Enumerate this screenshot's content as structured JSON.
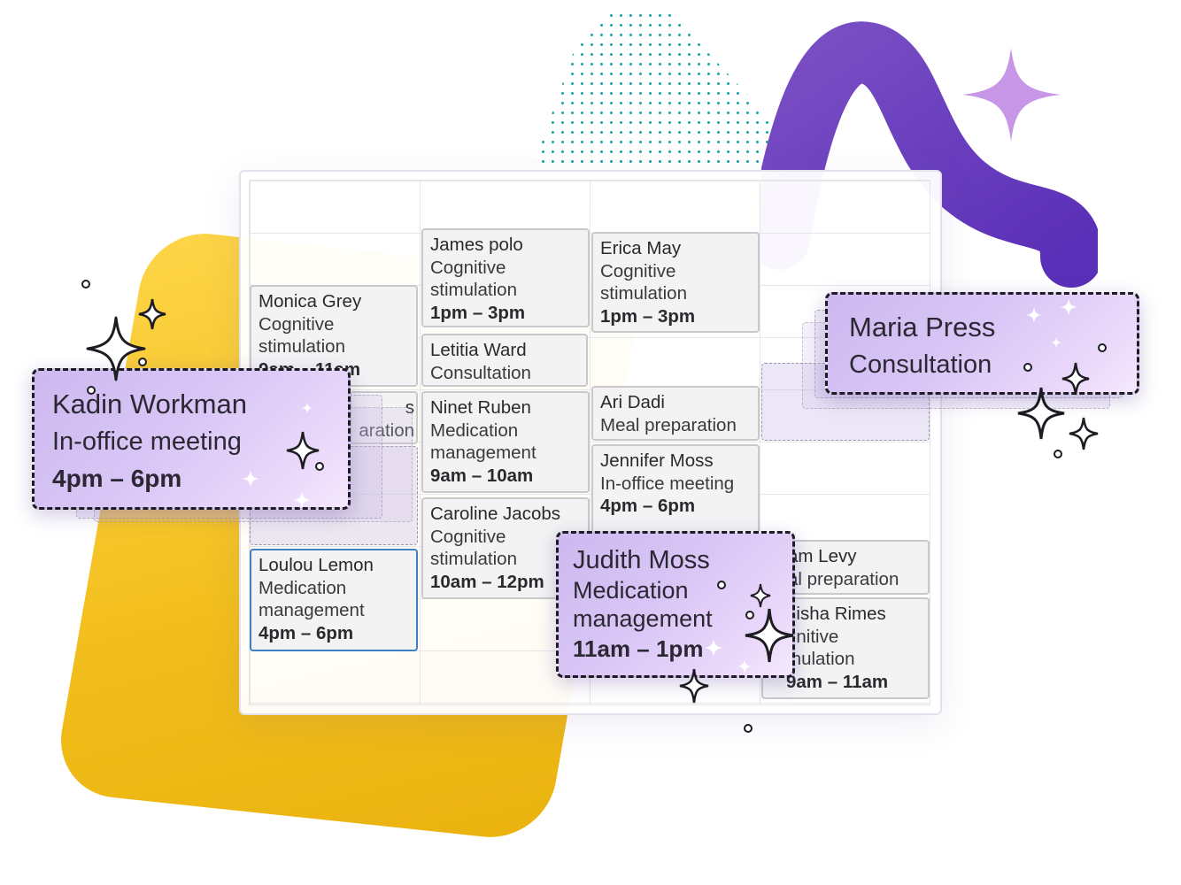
{
  "calendar": {
    "appointments": [
      {
        "name": "Monica Grey",
        "service": "Cognitive stimulation",
        "time": "9am – 11am"
      },
      {
        "name": "James polo",
        "service": "Cognitive stimulation",
        "time": "1pm – 3pm"
      },
      {
        "name": "Erica May",
        "service": "Cognitive stimulation",
        "time": "1pm – 3pm"
      },
      {
        "name": "Letitia Ward",
        "service": "Consultation",
        "time": ""
      },
      {
        "name": "Ari Dadi",
        "service": "Meal preparation",
        "time": ""
      },
      {
        "name": "Ninet Ruben",
        "service": "Medication management",
        "time": "9am – 10am"
      },
      {
        "name": "Jennifer Moss",
        "service": "In-office meeting",
        "time": "4pm – 6pm"
      },
      {
        "name": "Caroline Jacobs",
        "service": "Cognitive stimulation",
        "time": "10am – 12pm"
      },
      {
        "name": "Loulou Lemon",
        "service": "Medication management",
        "time": "4pm – 6pm"
      },
      {
        "name": "am Levy",
        "service": "al preparation",
        "time": ""
      },
      {
        "name": "hisha Rimes",
        "service": "gnitive mulation",
        "time": "9am – 11am"
      },
      {
        "name": "s",
        "service": "aration",
        "time": ""
      }
    ]
  },
  "popups": {
    "kadin": {
      "name": "Kadin Workman",
      "service": "In-office meeting",
      "time": "4pm – 6pm"
    },
    "maria": {
      "name": "Maria Press",
      "service": "Consultation"
    },
    "judith": {
      "name": "Judith Moss",
      "service": "Medication management",
      "time": "11am – 1pm"
    }
  },
  "colors": {
    "accent_purple": "#6a3fd0",
    "yellow": "#f5c41d",
    "teal_dots": "#1aa5a8",
    "popup_fill": "#d9c6f6",
    "selected_border": "#3f7fc4"
  }
}
